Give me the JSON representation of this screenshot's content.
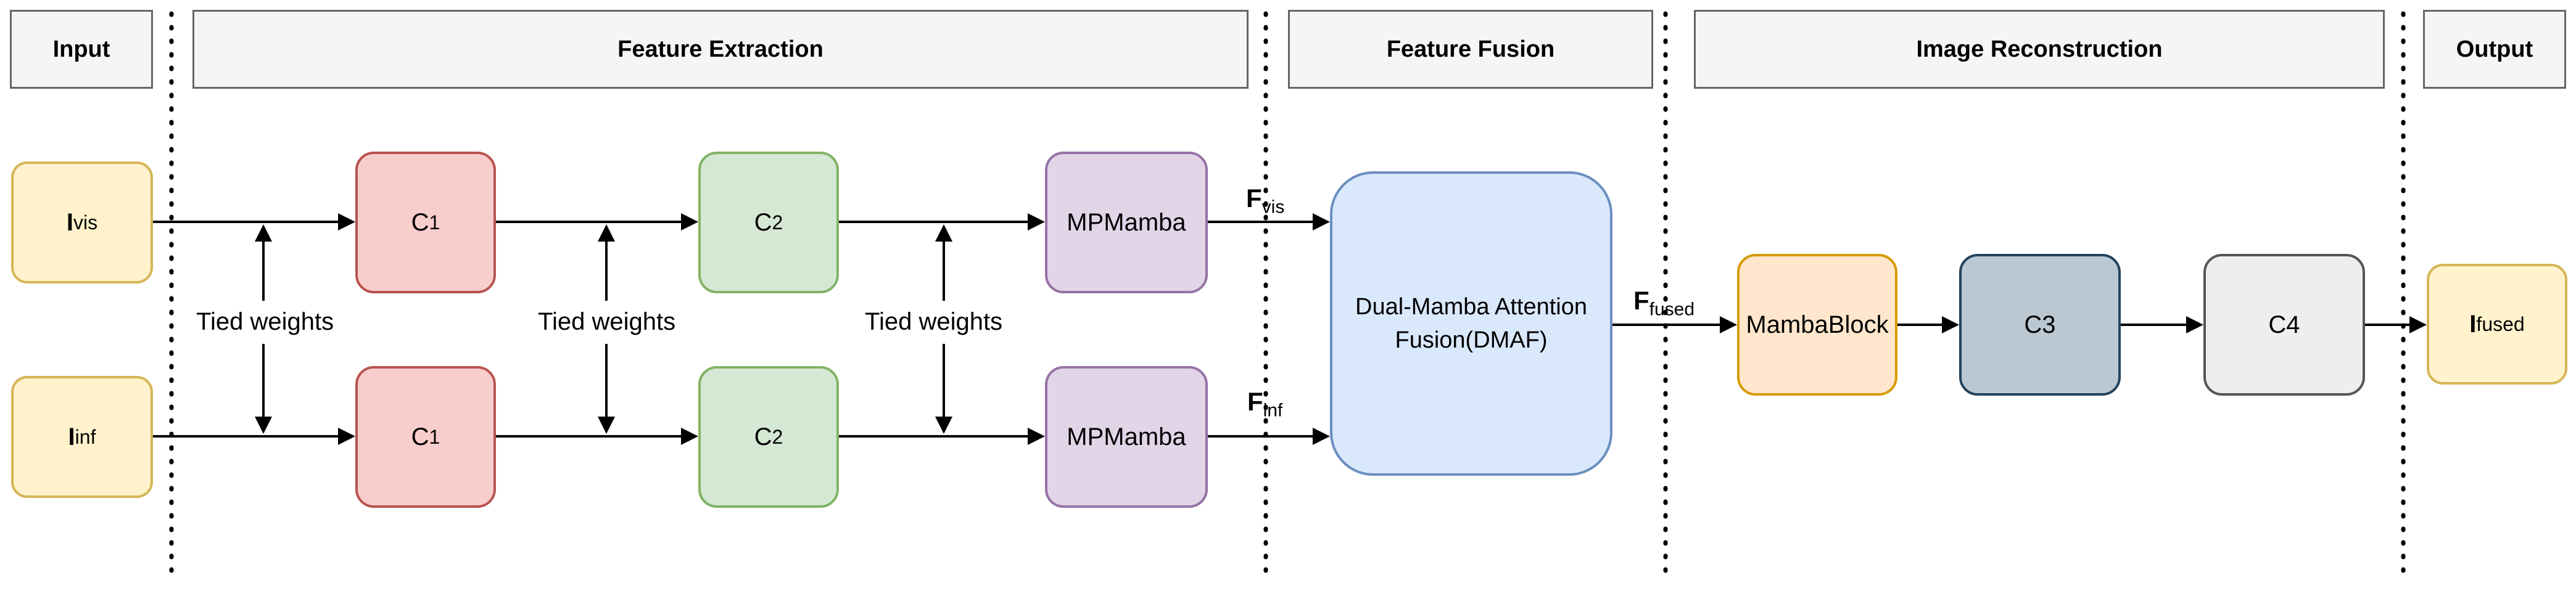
{
  "stages": {
    "input": "Input",
    "extraction": "Feature Extraction",
    "fusion": "Feature Fusion",
    "reconstruction": "Image Reconstruction",
    "output": "Output"
  },
  "inputs": {
    "vis": {
      "main": "I",
      "sub": "vis"
    },
    "inf": {
      "main": "I",
      "sub": "inf"
    }
  },
  "blocks": {
    "c1": {
      "main": "C",
      "sub": "1"
    },
    "c2": {
      "main": "C",
      "sub": "2"
    },
    "mpmamba": "MPMamba",
    "dmaf": "Dual-Mamba Attention Fusion(DMAF)",
    "mambablock": "MambaBlock",
    "c3": "C3",
    "c4": "C4"
  },
  "tied_label": "Tied weights",
  "features": {
    "vis": {
      "main": "F",
      "sub": "vis"
    },
    "inf": {
      "main": "F",
      "sub": "inf"
    },
    "fused": {
      "main": "F",
      "sub": "fused"
    }
  },
  "output": {
    "main": "I",
    "sub": "fused"
  }
}
